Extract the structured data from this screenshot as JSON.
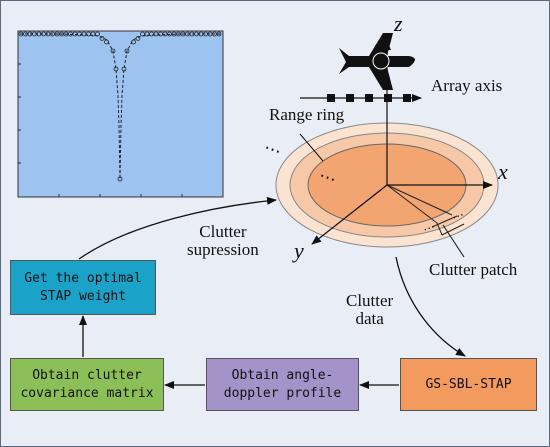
{
  "colors": {
    "page_background": "#e9eef6",
    "plot_background": "#9dc3f1",
    "weight_box": "#1ba2c9",
    "covariance_box": "#8cbf58",
    "profile_box": "#a493c9",
    "gs_sbl_box": "#f39a5f",
    "outer_ring": "#fbe3d2",
    "middle_ring": "#f7c8a8",
    "inner_ring": "#f2a571"
  },
  "icons": {
    "aircraft": "airplane-icon"
  },
  "boxes": {
    "optimal_weight": "Get the optimal\nSTAP weight",
    "clutter_covariance": "Obtain clutter\ncovariance matrix",
    "angle_doppler": "Obtain angle-\ndoppler profile",
    "gs_sbl_stap": "GS-SBL-STAP"
  },
  "labels": {
    "array_axis": "Array axis",
    "range_ring": "Range ring",
    "clutter_patch": "Clutter patch",
    "clutter_data": "Clutter\ndata",
    "clutter_suppression": "Clutter\nsupression",
    "ellipsis": "⋯"
  },
  "axes": {
    "x": "x",
    "y": "y",
    "z": "z"
  }
}
